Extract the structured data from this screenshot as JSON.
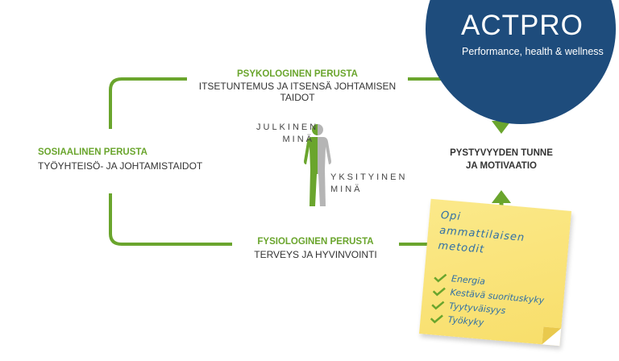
{
  "brand": {
    "title": "ACTPRO",
    "tagline": "Performance, health & wellness"
  },
  "diagram": {
    "top": {
      "heading": "PSYKOLOGINEN PERUSTA",
      "text": "ITSETUNTEMUS JA ITSENSÄ JOHTAMISEN TAIDOT"
    },
    "left": {
      "heading": "SOSIAALINEN PERUSTA",
      "text": "TYÖYHTEISÖ- JA JOHTAMISTAIDOT"
    },
    "bottom": {
      "heading": "FYSIOLOGINEN PERUSTA",
      "text": "TERVEYS JA HYVINVOINTI"
    },
    "right": {
      "line1": "PYSTYVYYDEN TUNNE",
      "line2": "JA MOTIVAATIO"
    },
    "figure": {
      "public_line1": "JULKINEN",
      "public_line2": "MINÄ",
      "private_line1": "YKSITYINEN",
      "private_line2": "MINÄ"
    },
    "colors": {
      "green": "#6aa52d",
      "navy": "#1e4c7c",
      "gray": "#b5b5b5",
      "note_yellow": "#f8de6a",
      "note_text": "#2f6fa5"
    }
  },
  "note": {
    "title_line1": "Opi",
    "title_line2": "ammattilaisen",
    "title_line3": "metodit",
    "items": [
      "Energia",
      "Kestävä suorituskyky",
      "Tyytyväisyys",
      "Työkyky"
    ],
    "item_icon": "check-icon"
  }
}
